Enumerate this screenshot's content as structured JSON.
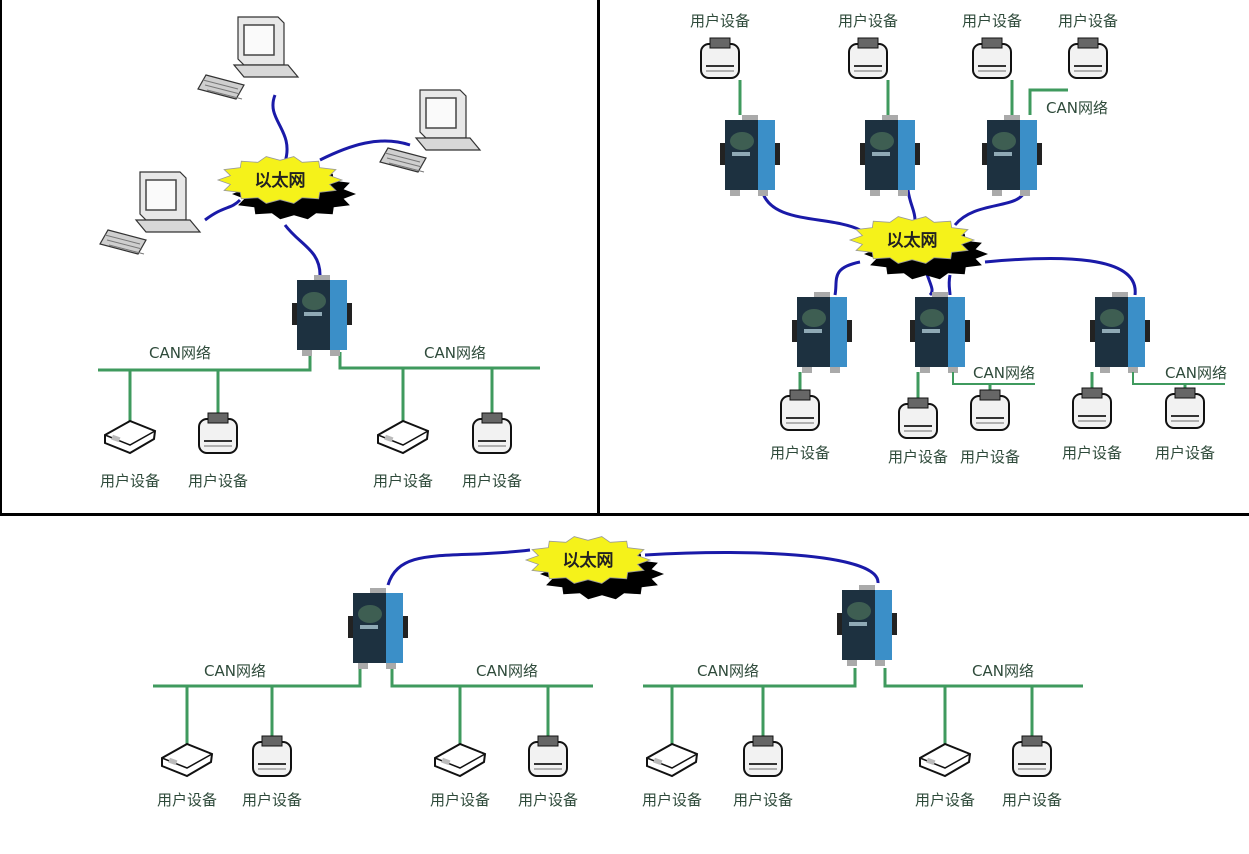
{
  "labels": {
    "ethernet": "以太网",
    "can_network": "CAN网络",
    "user_device": "用户设备"
  },
  "colors": {
    "ethernet_cable": "#1a1aa8",
    "can_bus": "#3f9a5e",
    "cloud_fill": "#f5f21a",
    "converter_body": "#1d3140",
    "converter_strip": "#3b8fc8",
    "divider": "#000000"
  },
  "panels": [
    {
      "name": "single-gateway-multiple-pcs"
    },
    {
      "name": "multiple-gateways-star"
    },
    {
      "name": "two-gateways-can-bridge"
    }
  ]
}
